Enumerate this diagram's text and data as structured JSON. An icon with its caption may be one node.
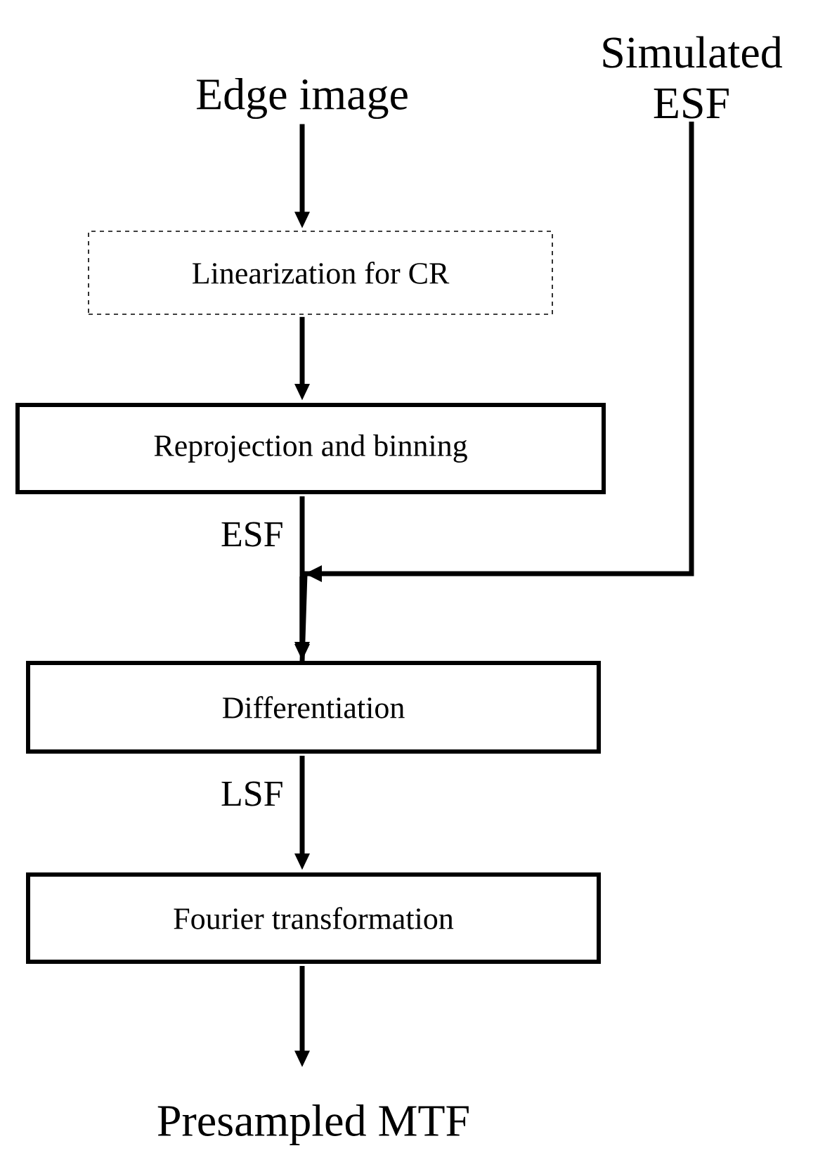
{
  "diagram": {
    "nodes": [
      {
        "text": [
          "Edge image"
        ]
      },
      {
        "text": [
          "Simulated ESF"
        ]
      },
      {
        "text": [
          "Linearization for CR"
        ]
      },
      {
        "text": [
          "Reprojection and binning"
        ]
      },
      {
        "text": [
          "Differentiation"
        ]
      },
      {
        "text": [
          "Fourier transformation"
        ]
      },
      {
        "text": [
          "Presampled MTF"
        ]
      }
    ],
    "edges": [
      {
        "from": 0,
        "to": 2,
        "arrow": "to"
      },
      {
        "from": 2,
        "to": 3,
        "arrow": "to"
      },
      {
        "from": 3,
        "to": 4,
        "arrow": "to",
        "label": "ESF"
      },
      {
        "from": 1,
        "to": 4,
        "arrow": "to"
      },
      {
        "from": 4,
        "to": 5,
        "arrow": "to",
        "label": "LSF"
      },
      {
        "from": 5,
        "to": 6,
        "arrow": "to"
      }
    ]
  }
}
